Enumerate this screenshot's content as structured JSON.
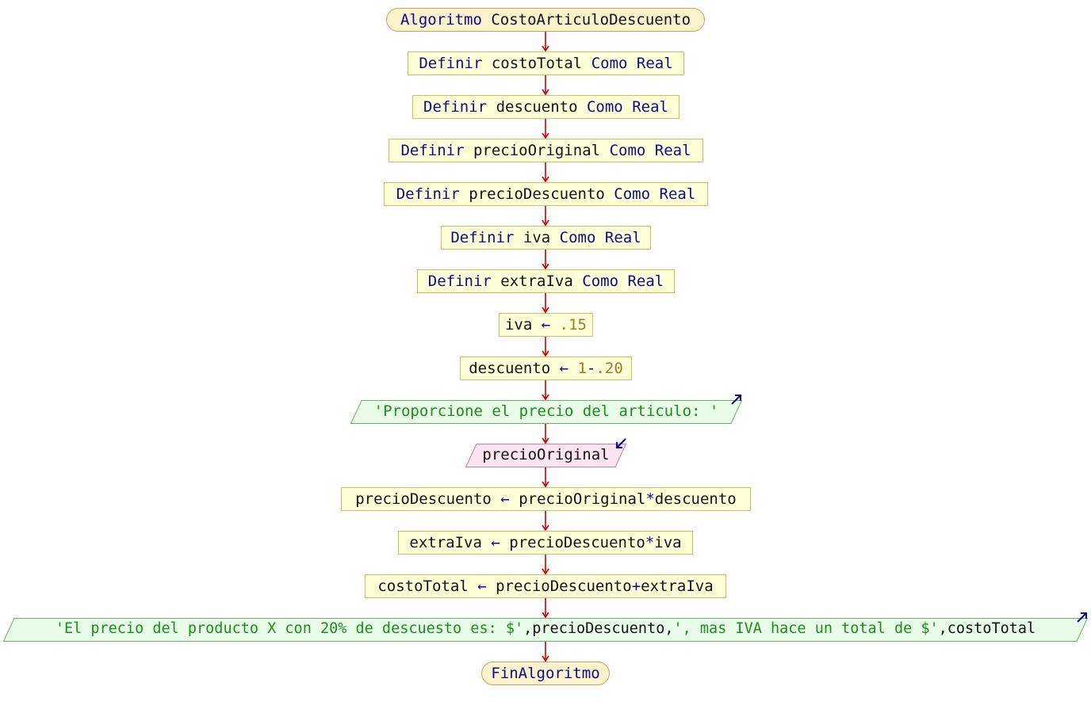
{
  "colors": {
    "keyword": "#0b0b8a",
    "identifier": "#111111",
    "number": "#a0782a",
    "string": "#1c8c1c",
    "connector": "#cc0000",
    "terminal_fill": "#fcf2cc",
    "process_fill": "#ffffd8",
    "output_fill": "#e8fce8",
    "input_fill": "#fce4f0"
  },
  "flowchart": {
    "start": {
      "keyword": "Algoritmo",
      "name": "CostoArticuloDescuento"
    },
    "definitions": [
      {
        "keyword": "Definir",
        "var": "costoTotal",
        "como": "Como",
        "type": "Real"
      },
      {
        "keyword": "Definir",
        "var": "descuento",
        "como": "Como",
        "type": "Real"
      },
      {
        "keyword": "Definir",
        "var": "precioOriginal",
        "como": "Como",
        "type": "Real"
      },
      {
        "keyword": "Definir",
        "var": "precioDescuento",
        "como": "Como",
        "type": "Real"
      },
      {
        "keyword": "Definir",
        "var": "iva",
        "como": "Como",
        "type": "Real"
      },
      {
        "keyword": "Definir",
        "var": "extraIva",
        "como": "Como",
        "type": "Real"
      }
    ],
    "assign_iva": {
      "target": "iva",
      "arrow": "←",
      "value": ".15"
    },
    "assign_descuento": {
      "target": "descuento",
      "arrow": "←",
      "one": "1",
      "minus": "-",
      "value": ".20"
    },
    "output_prompt": {
      "text": "'Proporcione el precio del articulo: '",
      "icon": "output-arrow-icon"
    },
    "input_precio": {
      "var": "precioOriginal",
      "icon": "input-arrow-icon"
    },
    "assign_precio_descuento": {
      "target": "precioDescuento",
      "arrow": "←",
      "a": "precioOriginal",
      "op": "*",
      "b": "descuento"
    },
    "assign_extra_iva": {
      "target": "extraIva",
      "arrow": "←",
      "a": "precioDescuento",
      "op": "*",
      "b": "iva"
    },
    "assign_costo_total": {
      "target": "costoTotal",
      "arrow": "←",
      "a": "precioDescuento",
      "op": "+",
      "b": "extraIva"
    },
    "output_result": {
      "s1": "'El precio del producto X con 20% de descuesto es: $'",
      "c1": ",",
      "v1": "precioDescuento",
      "c2": ",",
      "s2": "', mas IVA hace un total de $'",
      "c3": ",",
      "v2": "costoTotal",
      "icon": "output-arrow-icon"
    },
    "end": {
      "keyword": "FinAlgoritmo"
    }
  }
}
